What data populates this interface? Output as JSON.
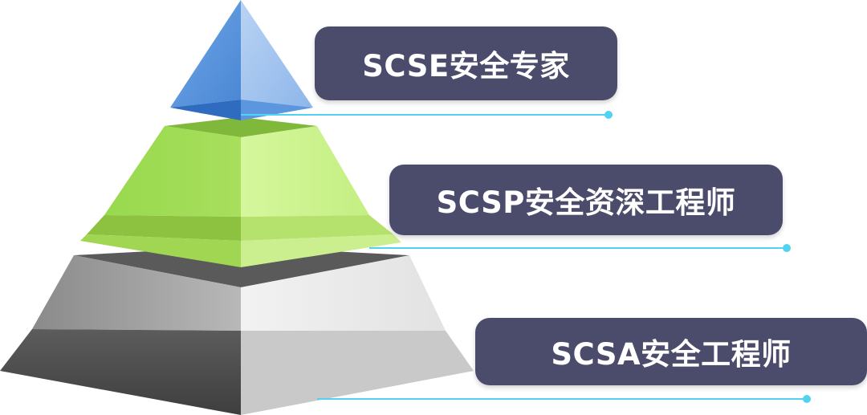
{
  "levels": [
    {
      "label": "SCSE安全专家",
      "tier": "top",
      "color": "#4a90d9"
    },
    {
      "label": "SCSP安全资深工程师",
      "tier": "middle",
      "color": "#a6d94f"
    },
    {
      "label": "SCSA安全工程师",
      "tier": "bottom",
      "color": "#9a9a9a"
    }
  ],
  "colors": {
    "label_background": "#4b4c6b",
    "label_text": "#ffffff",
    "connector": "#4fd3f0"
  }
}
